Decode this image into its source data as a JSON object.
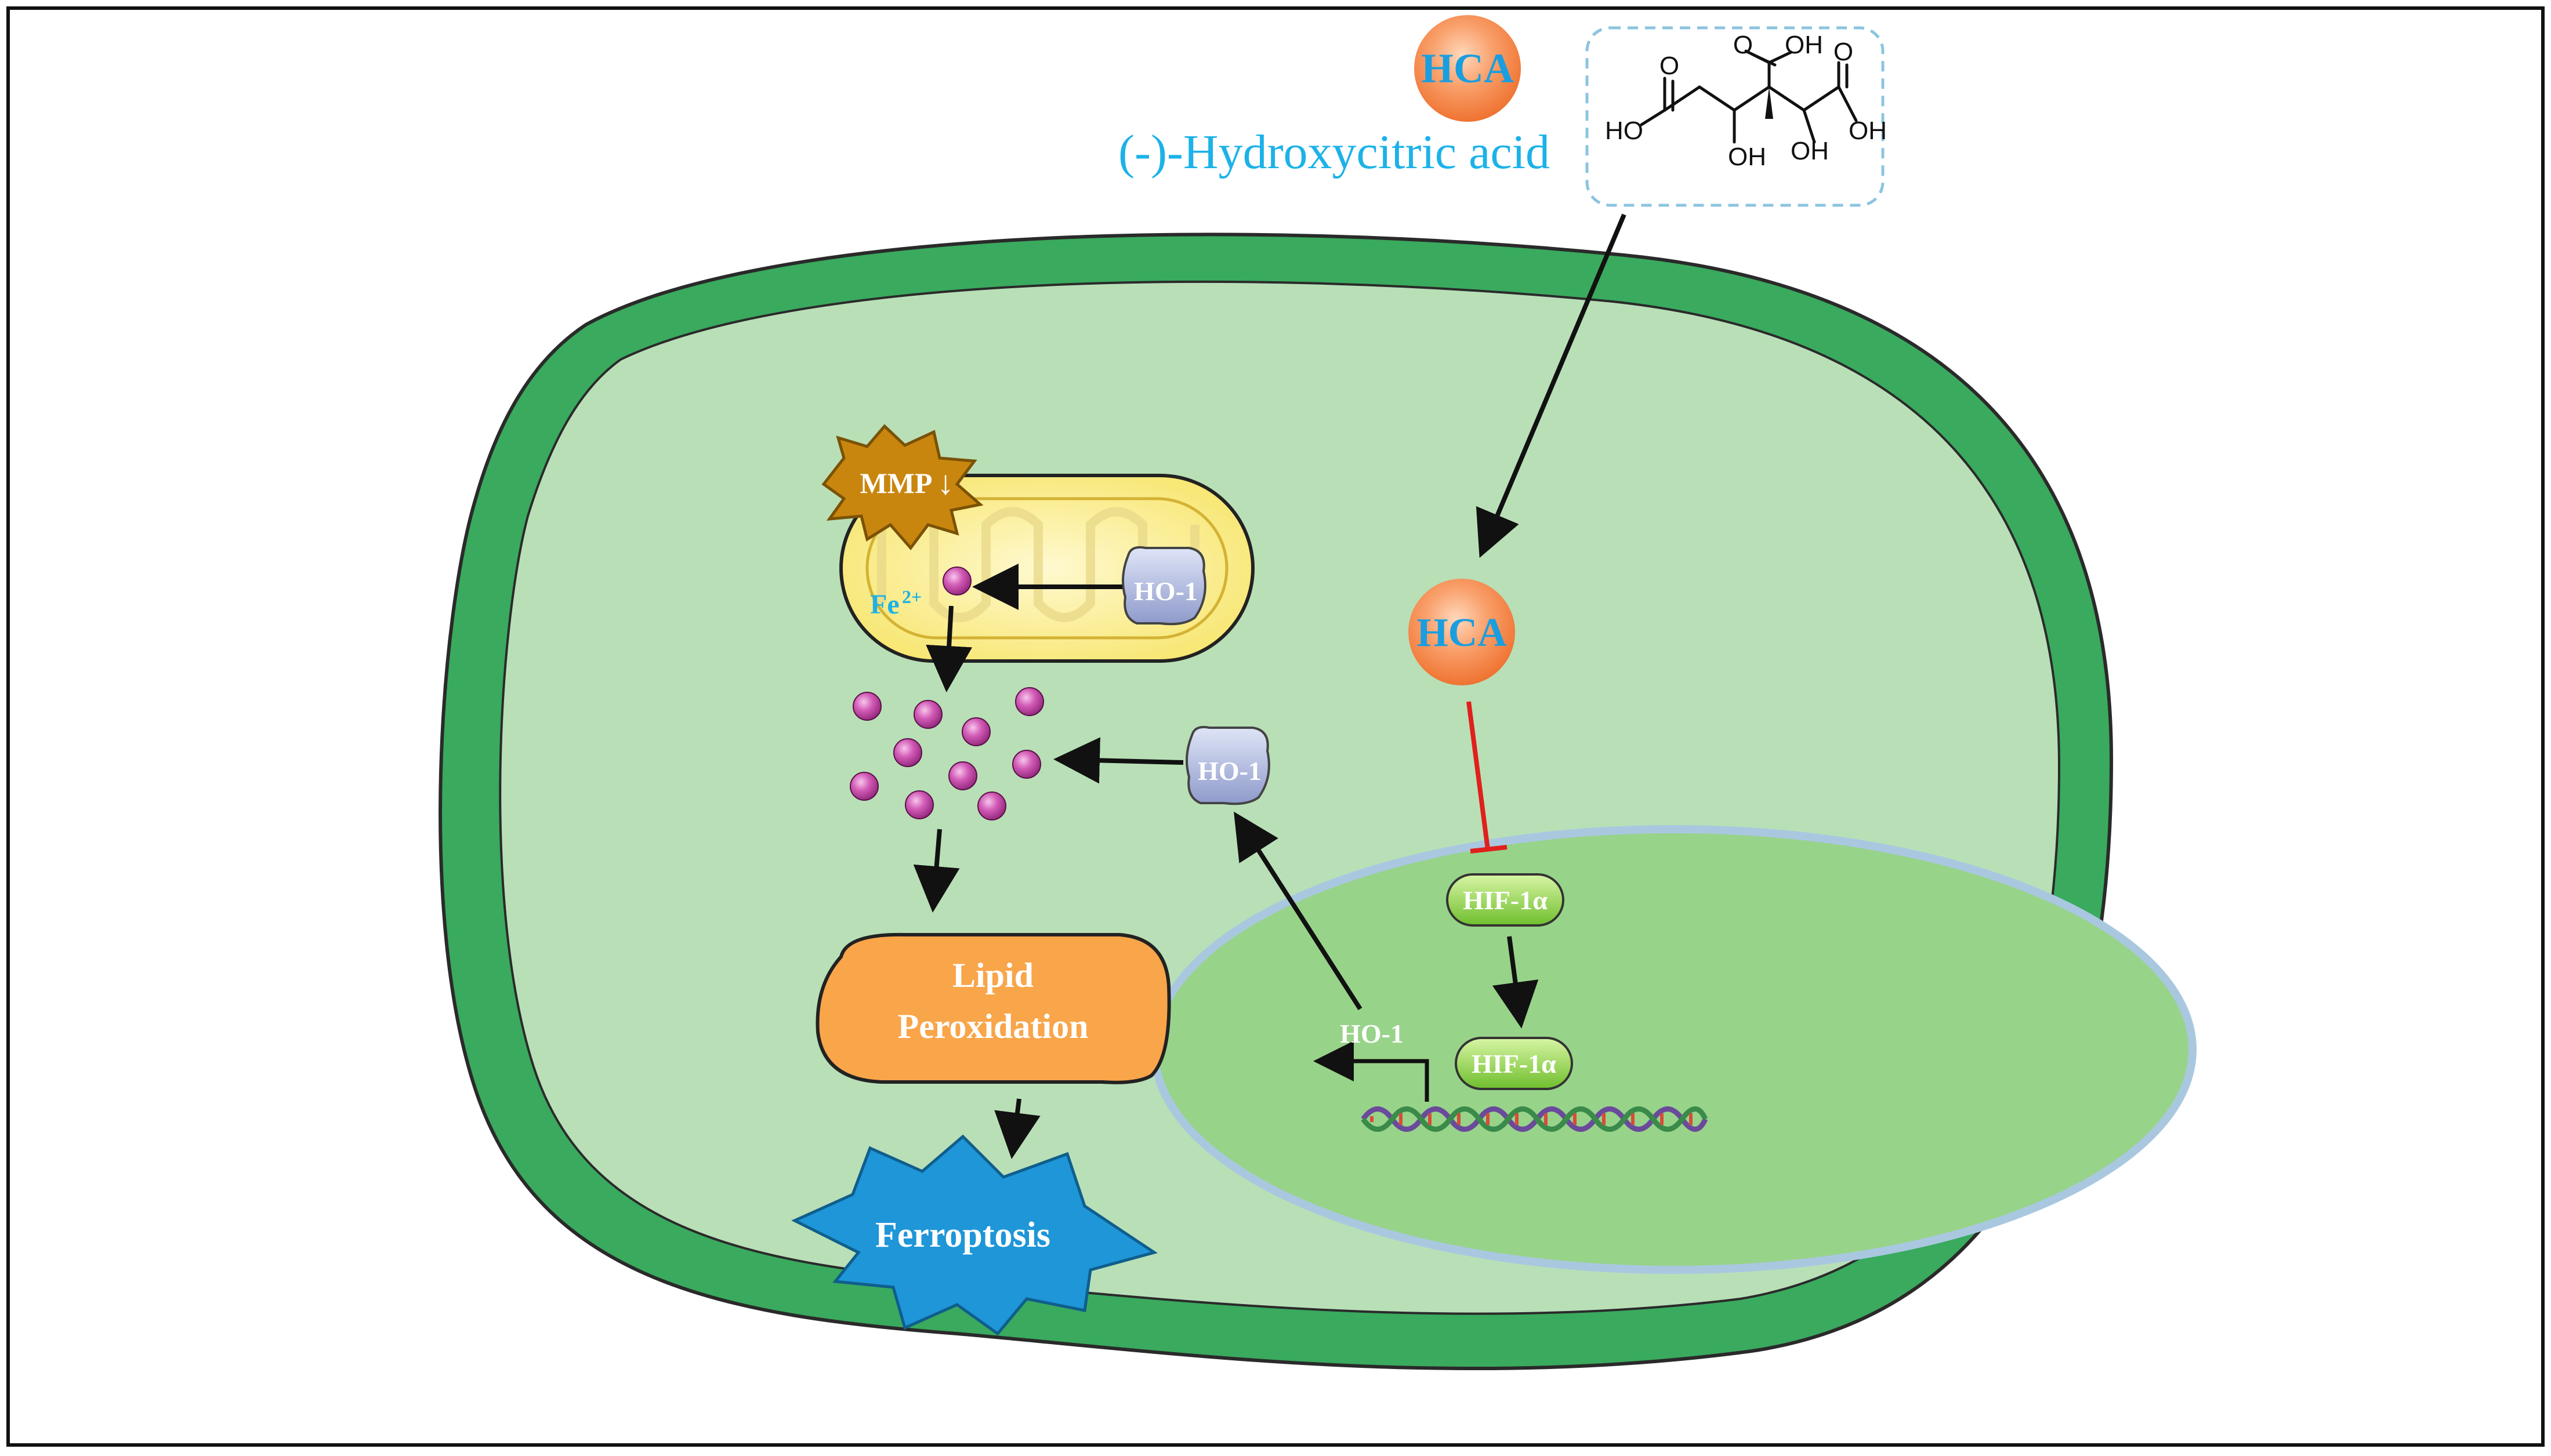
{
  "hca_top": {
    "label": "HCA"
  },
  "compound_name": "(-)-Hydroxycitric acid",
  "structure": {
    "group_top": "O",
    "group_top_oh": "OH",
    "group_left_ho": "HO",
    "group_right_oh": "OH",
    "group_center_oh": "OH",
    "group_bottom_oh": "OH",
    "group_left_o": "O",
    "group_right_o": "O"
  },
  "hca_cell": {
    "label": "HCA"
  },
  "mito": {
    "mmp_label": "MMP",
    "mmp_arrow": "↓",
    "fe_label": "Fe",
    "fe_sup": "2+",
    "ho1_label": "HO-1"
  },
  "ho1_cyto": {
    "label": "HO-1"
  },
  "lipid": {
    "line1": "Lipid",
    "line2": "Peroxidation"
  },
  "ferroptosis": {
    "label": "Ferroptosis"
  },
  "hif_cyto": {
    "label": "HIF-1α"
  },
  "hif_nucleus": {
    "label": "HIF-1α"
  },
  "gene": {
    "label": "HO-1"
  },
  "colors": {
    "membrane_dark": "#3aaa5e",
    "cytoplasm": "#b9dfb7",
    "nucleus": "#98d38a",
    "hca": "#f58a4e",
    "hca_text": "#1a9ee0",
    "compound_text": "#1cb2e8",
    "inhibit": "#e0201c",
    "lipid": "#f9a54a",
    "ferroptosis": "#1e96d8",
    "mmp": "#c9860e",
    "fe_particle": "#c24aa4",
    "ho1": "#a9b4dc",
    "hif": "#8fd24a"
  }
}
